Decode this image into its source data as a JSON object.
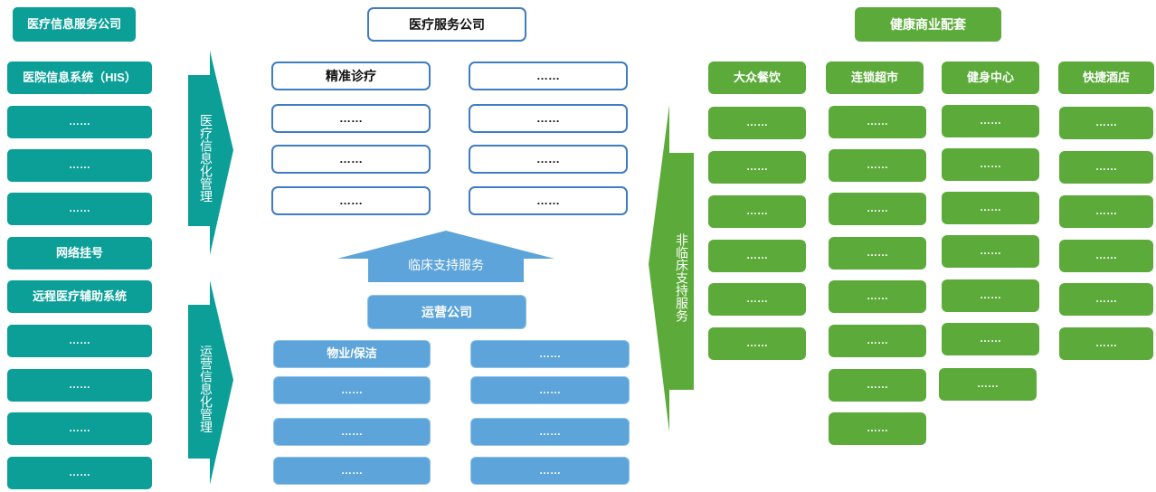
{
  "left": {
    "header": "医疗信息服务公司",
    "items": [
      "医院信息系统（HIS）",
      "……",
      "……",
      "……",
      "网络挂号",
      "远程医疗辅助系统",
      "……",
      "……",
      "……",
      "……"
    ]
  },
  "arrows": {
    "medical_info_mgmt": "医疗信息化管理",
    "ops_info_mgmt": "运营信息化管理",
    "clinical_support": "临床支持服务",
    "non_clinical_support": "非临床支持服务"
  },
  "center": {
    "medical_company": "医疗服务公司",
    "medical_left": [
      "精准诊疗",
      "……",
      "……",
      "……"
    ],
    "medical_right": [
      "……",
      "……",
      "……",
      "……"
    ],
    "ops_company": "运营公司",
    "ops_left": [
      "物业/保洁",
      "……",
      "……",
      "……"
    ],
    "ops_right": [
      "……",
      "……",
      "……",
      "……"
    ]
  },
  "right": {
    "header": "健康商业配套",
    "columns": [
      {
        "title": "大众餐饮",
        "items": [
          "……",
          "……",
          "……",
          "……",
          "……",
          "……"
        ]
      },
      {
        "title": "连锁超市",
        "items": [
          "……",
          "……",
          "……",
          "……",
          "……",
          "……",
          "……",
          "……"
        ]
      },
      {
        "title": "健身中心",
        "items": [
          "……",
          "……",
          "……",
          "……",
          "……",
          "……",
          "……"
        ]
      },
      {
        "title": "快捷酒店",
        "items": [
          "……",
          "……",
          "……",
          "……",
          "……",
          "……"
        ]
      }
    ]
  },
  "colors": {
    "teal": "#0b9f98",
    "green": "#5cab3a",
    "blue_outline": "#3f7cc4",
    "light_blue": "#5ca4d9"
  }
}
